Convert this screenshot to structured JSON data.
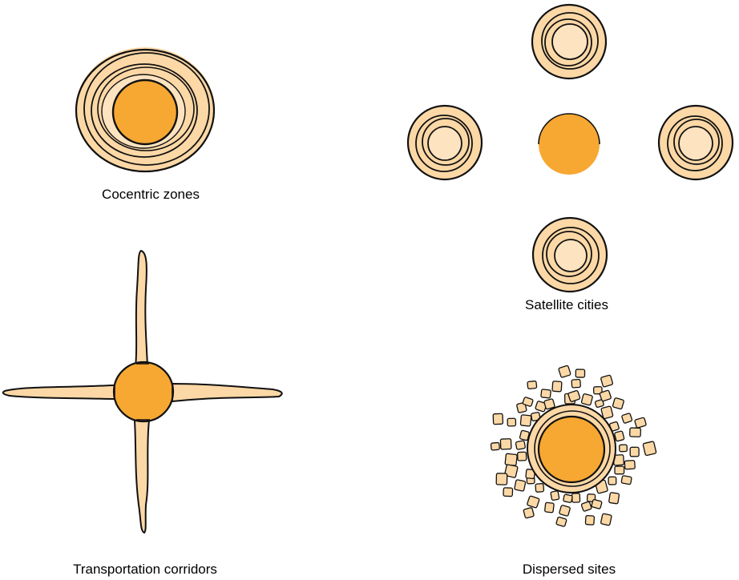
{
  "colors": {
    "core": "#f7a832",
    "ring_fill": "#fcd8a6",
    "outline": "#111111",
    "background": "#ffffff"
  },
  "panels": [
    {
      "id": "concentric",
      "label": "Cocentric zones"
    },
    {
      "id": "satellite",
      "label": "Satellite cities"
    },
    {
      "id": "corridors",
      "label": "Transportation corridors"
    },
    {
      "id": "dispersed",
      "label": "Dispersed sites"
    }
  ]
}
